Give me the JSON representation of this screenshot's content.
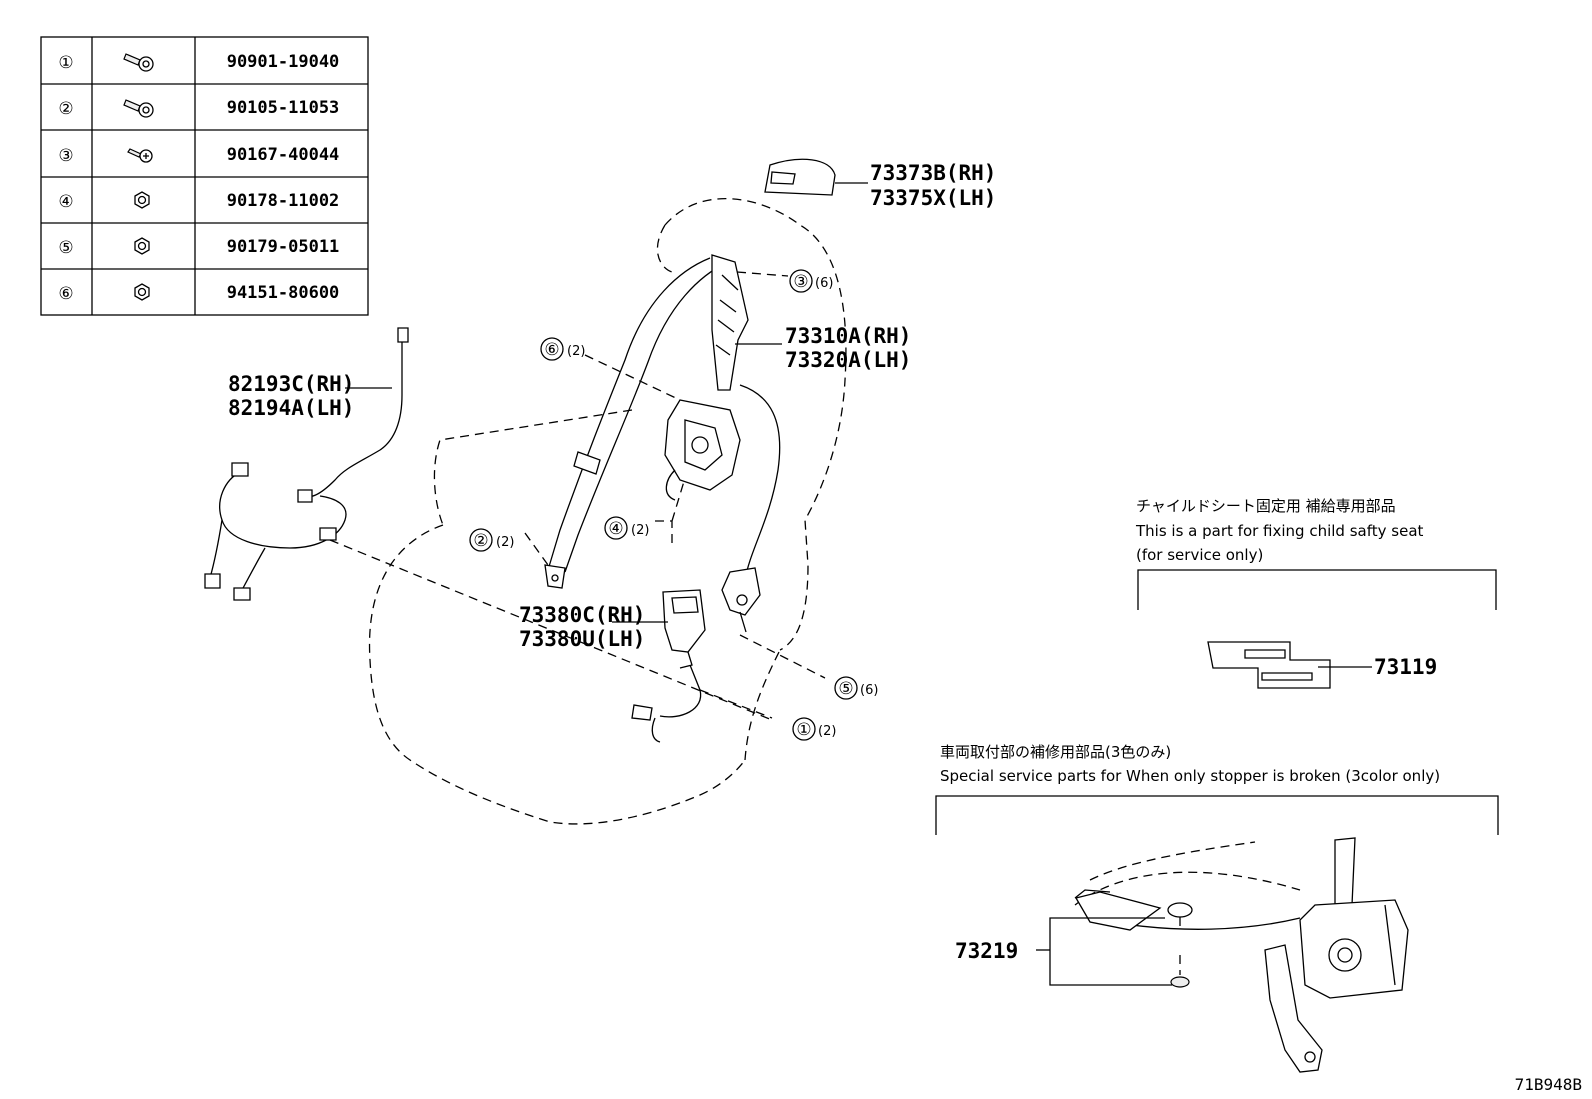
{
  "fastener_table": [
    {
      "no": "①",
      "part_no": "90901-19040",
      "icon": "bolt-icon"
    },
    {
      "no": "②",
      "part_no": "90105-11053",
      "icon": "bolt-icon"
    },
    {
      "no": "③",
      "part_no": "90167-40044",
      "icon": "screw-icon"
    },
    {
      "no": "④",
      "part_no": "90178-11002",
      "icon": "nut-icon"
    },
    {
      "no": "⑤",
      "part_no": "90179-05011",
      "icon": "nut-icon"
    },
    {
      "no": "⑥",
      "part_no": "94151-80600",
      "icon": "nut-icon"
    }
  ],
  "parts": {
    "cover_rh": "73373B(RH)",
    "cover_lh": "73375X(LH)",
    "belt_rh": "73310A(RH)",
    "belt_lh": "73320A(LH)",
    "wire_rh": "82193C(RH)",
    "wire_lh": "82194A(LH)",
    "buckle_rh": "73380C(RH)",
    "buckle_lh": "73380U(LH)",
    "child_seat_part": "73119",
    "stopper_part": "73219"
  },
  "callouts": {
    "c1_no": "①",
    "c1_qty": "(2)",
    "c2_no": "②",
    "c2_qty": "(2)",
    "c3_no": "③",
    "c3_qty": "(6)",
    "c4_no": "④",
    "c4_qty": "(2)",
    "c5_no": "⑤",
    "c5_qty": "(6)",
    "c6_no": "⑥",
    "c6_qty": "(2)"
  },
  "notes": {
    "child_jp": "チャイルドシート固定用 補給専用部品",
    "child_en": "This is a part for fixing child safty seat",
    "child_en2": "(for service only)",
    "stopper_jp": "車両取付部の補修用部品(3色のみ)",
    "stopper_en": "Special service parts for When only stopper is broken (3color only)"
  },
  "figure_ref": "71B948B"
}
